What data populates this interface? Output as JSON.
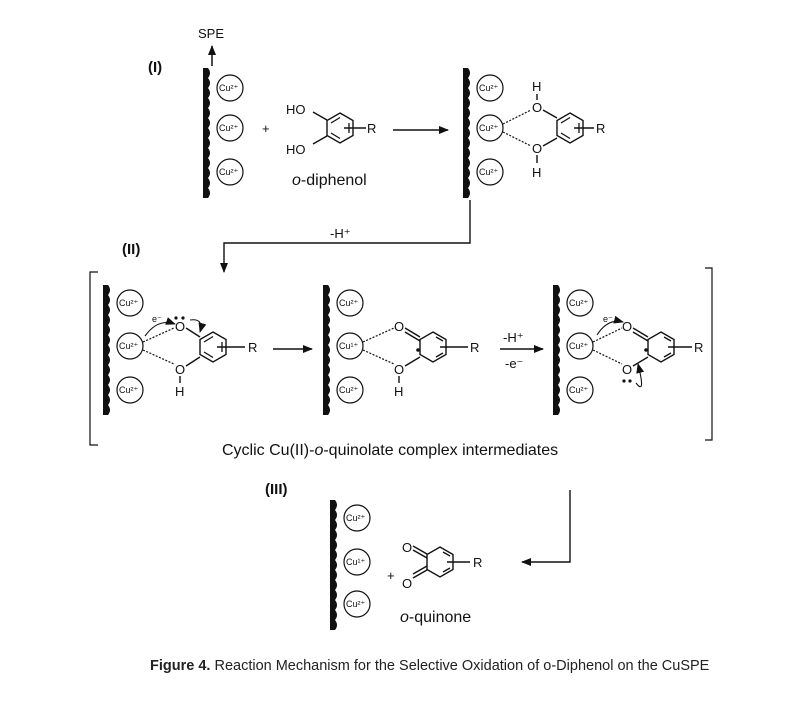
{
  "labels": {
    "spe": "SPE",
    "stage1": "(I)",
    "stage2": "(II)",
    "stage3": "(III)",
    "ho": "HO",
    "h": "H",
    "o": "O",
    "r": "R",
    "plus": "+",
    "e_minus": "e⁻",
    "cu2": "Cu²⁺",
    "cu1": "Cu¹⁺",
    "minus_h_plus": "-H⁺",
    "minus_e": "-e⁻",
    "diphenol_italic": "o",
    "diphenol_rest": "-diphenol",
    "quinone_italic": "o",
    "quinone_rest": "-quinone",
    "complex_a": "Cyclic Cu(II)-",
    "complex_b": "o",
    "complex_c": "-quinolate complex intermediates"
  },
  "caption": {
    "label": "Figure 4.",
    "text": " Reaction Mechanism for the Selective Oxidation of o-Diphenol on the CuSPE"
  }
}
